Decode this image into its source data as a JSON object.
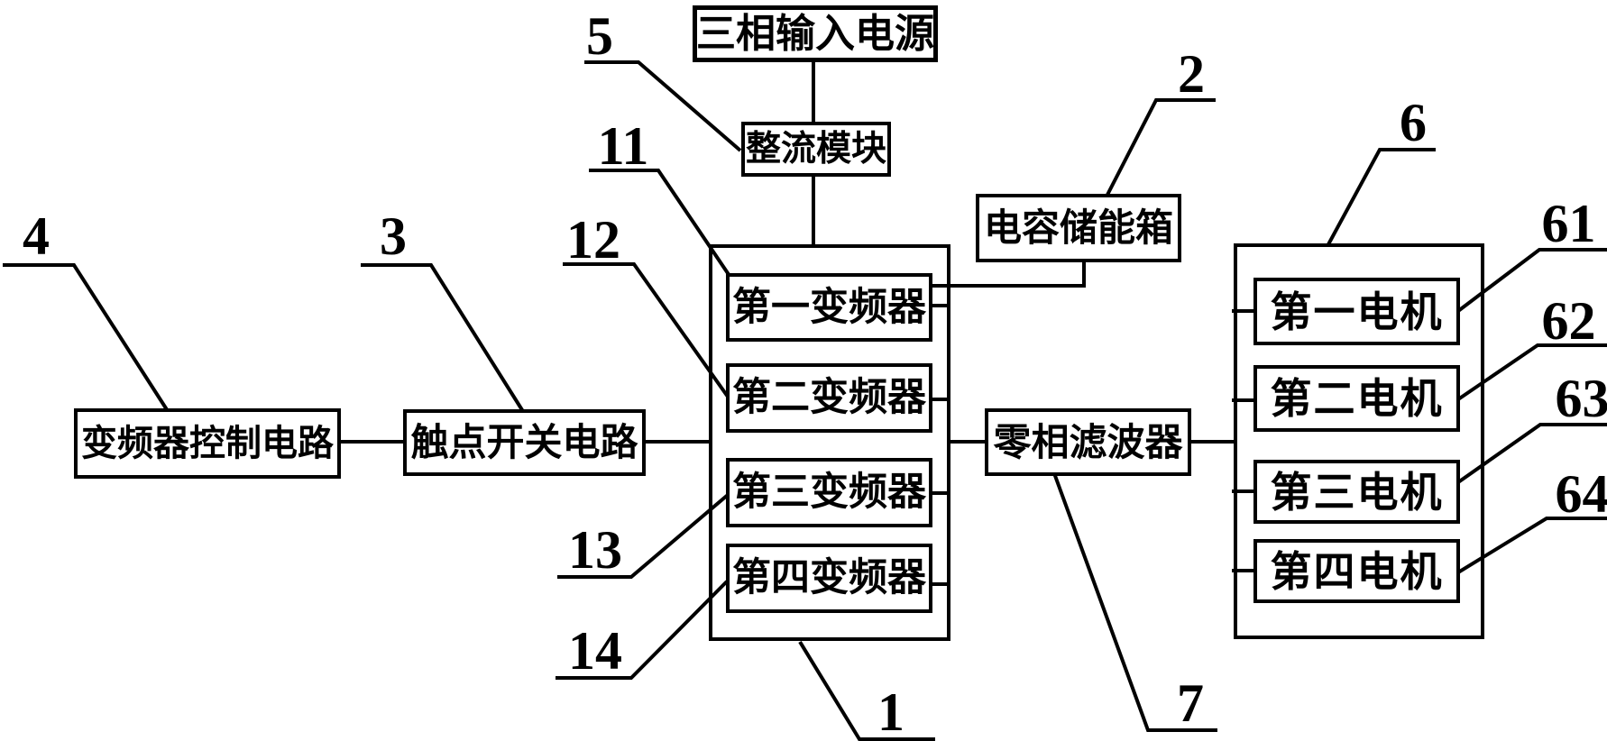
{
  "figure": {
    "boxes": {
      "power_source": "三相输入电源",
      "rectifier": "整流模块",
      "capacitor": "电容储能箱",
      "inverter1": "第一变频器",
      "inverter2": "第二变频器",
      "inverter3": "第三变频器",
      "inverter4": "第四变频器",
      "control_circuit": "变频器控制电路",
      "contact_switch": "触点开关电路",
      "zero_phase_filter": "零相滤波器",
      "motor1": "第一电机",
      "motor2": "第二电机",
      "motor3": "第三电机",
      "motor4": "第四电机"
    },
    "ref_labels": {
      "n1": "1",
      "n2": "2",
      "n3": "3",
      "n4": "4",
      "n5": "5",
      "n6": "6",
      "n7": "7",
      "n11": "11",
      "n12": "12",
      "n13": "13",
      "n14": "14",
      "n61": "61",
      "n62": "62",
      "n63": "63",
      "n64": "64"
    },
    "colors": {
      "line": "#000000",
      "background": "#ffffff",
      "text": "#000000"
    }
  }
}
